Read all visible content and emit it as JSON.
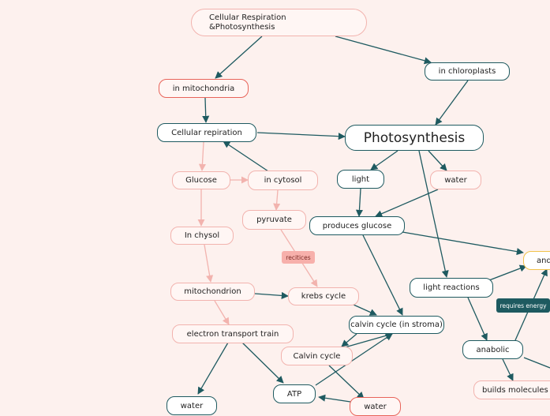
{
  "title": {
    "line1": "Cellular Respiration",
    "line2": "&Photosynthesis"
  },
  "nodes": {
    "in_mitochondria": "in mitochondria",
    "in_chloroplasts": "in chloroplasts",
    "cellular_repiration": "Cellular repiration",
    "photosynthesis": "Photosynthesis",
    "glucose": "Glucose",
    "in_cytosol": "in cytosol",
    "light": "light",
    "water_top": "water",
    "pyruvate": "pyruvate",
    "produces_glucose": "produces glucose",
    "in_chysol": "In chysol",
    "and": "and",
    "light_reactions": "light reactions",
    "mitochondrion": "mitochondrion",
    "krebs_cycle": "krebs cycle",
    "calvin_cycle_stroma": "calvin cycle (in stroma)",
    "electron_transport_train": "electron  transport train",
    "anabolic": "anabolic",
    "calvin_cycle": "Calvin cycle",
    "atp": "ATP",
    "builds_molecules": "builds molecules",
    "water_left": "water",
    "water_bottom": "water"
  },
  "labels": {
    "recitices": "recitices",
    "requires_energy": "requires energy"
  },
  "colors": {
    "teal": "#1e5a60",
    "pink": "#f2b3ae",
    "red": "#e8645a",
    "yellow": "#f1c24a",
    "background": "#fdf1ee"
  }
}
